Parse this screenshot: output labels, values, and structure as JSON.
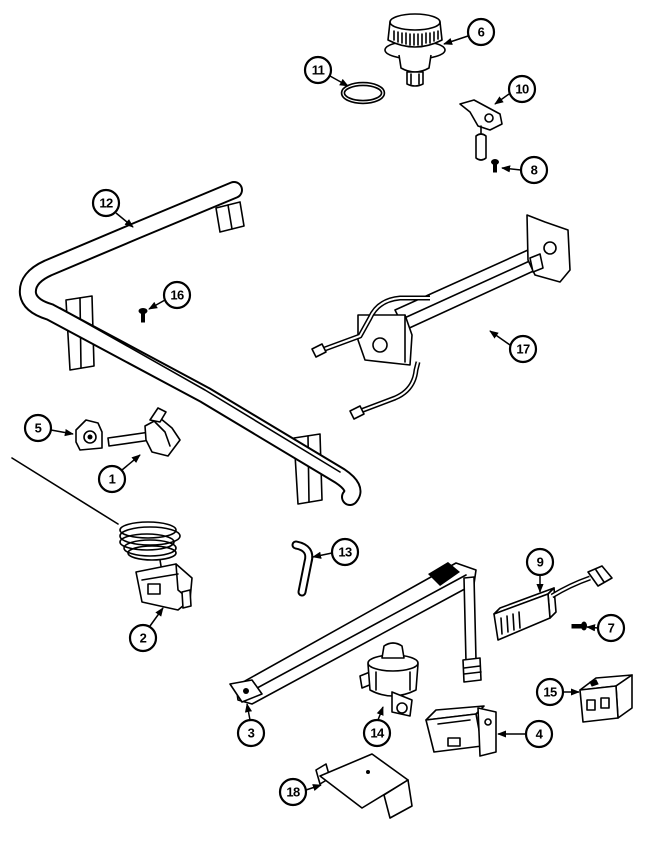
{
  "diagram": {
    "callouts": [
      "1",
      "2",
      "3",
      "4",
      "5",
      "6",
      "7",
      "8",
      "9",
      "10",
      "11",
      "12",
      "13",
      "14",
      "15",
      "16",
      "17",
      "18"
    ]
  },
  "colors": {
    "ink": "#000000",
    "paper": "#ffffff"
  }
}
